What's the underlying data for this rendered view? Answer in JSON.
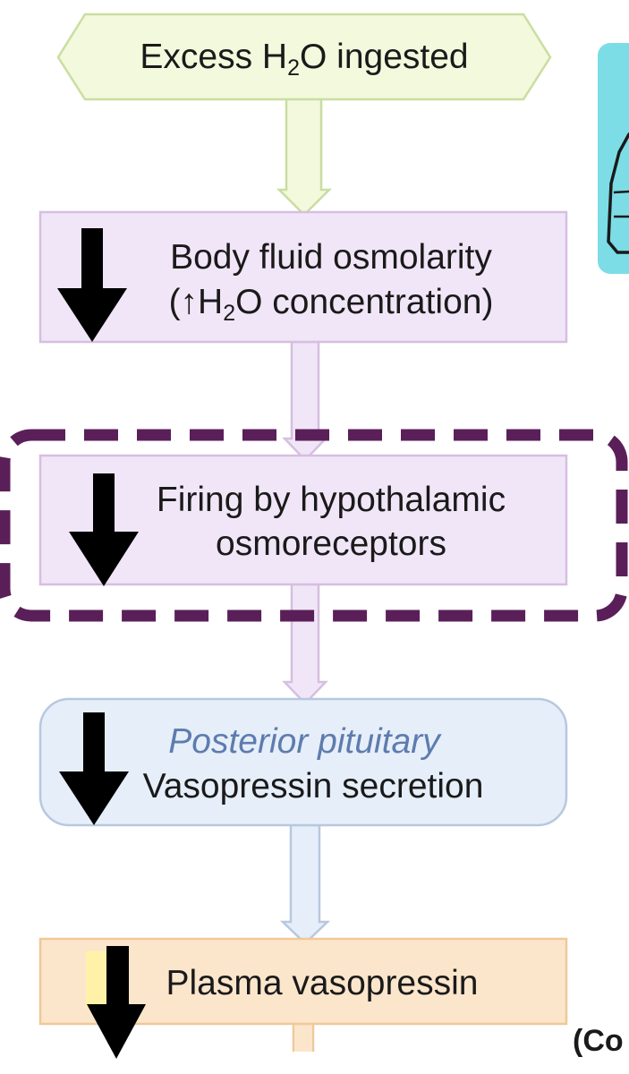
{
  "nodes": [
    {
      "id": "excess-water",
      "text_pre": "Excess H",
      "text_sub": "2",
      "text_post": "O ingested"
    },
    {
      "id": "body-fluid",
      "line1": "Body fluid osmolarity",
      "line2_pre": "(↑H",
      "line2_sub": "2",
      "line2_post": "O concentration)"
    },
    {
      "id": "firing",
      "line1": "Firing by hypothalamic",
      "line2": "osmoreceptors"
    },
    {
      "id": "pituitary",
      "line1": "Posterior pituitary",
      "line2": "Vasopressin secretion"
    },
    {
      "id": "plasma",
      "line1": "Plasma vasopressin"
    }
  ],
  "continued_label": "(Co",
  "colors": {
    "hex_fill": "#f2f9dc",
    "hex_stroke": "#c9dea0",
    "purple_fill": "#f1e6f8",
    "purple_stroke": "#d6bfe0",
    "blue_fill": "#e6eef9",
    "blue_stroke": "#b7c8df",
    "orange_fill": "#fbe6cc",
    "orange_stroke": "#f0c998",
    "dash_stroke": "#5a1f59",
    "cyan_panel": "#7cdde6",
    "down_arrow": "#000000"
  }
}
